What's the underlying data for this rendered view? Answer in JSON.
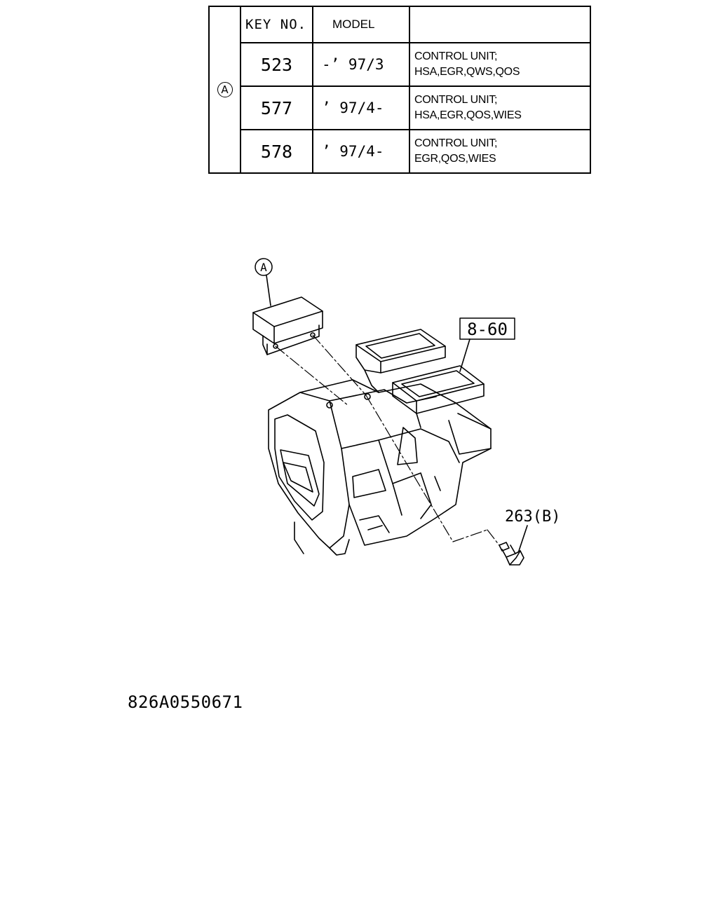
{
  "table": {
    "group_label": "A",
    "headers": {
      "key_no": "KEY NO.",
      "model": "MODEL",
      "description": ""
    },
    "rows": [
      {
        "key_no": "523",
        "model": "-’ 97/3",
        "desc_line1": "CONTROL UNIT;",
        "desc_line2": "HSA,EGR,QWS,QOS"
      },
      {
        "key_no": "577",
        "model": "’ 97/4-",
        "desc_line1": "CONTROL UNIT;",
        "desc_line2": "HSA,EGR,QOS,WIES"
      },
      {
        "key_no": "578",
        "model": "’ 97/4-",
        "desc_line1": "CONTROL UNIT;",
        "desc_line2": "EGR,QOS,WIES"
      }
    ]
  },
  "diagram": {
    "callout_control_unit": "A",
    "callout_ref_box": "8-60",
    "callout_screw": "263(B)"
  },
  "catalog_code": "826A0550671"
}
